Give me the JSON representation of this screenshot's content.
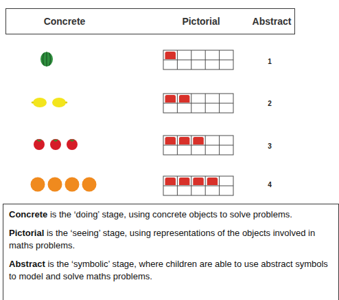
{
  "diagram": {
    "nodes": [
      {
        "text": [
          "Concrete",
          "Pictorial",
          "Abstract"
        ]
      },
      {
        "text": [
          "Concrete",
          "is the ‘doing’ stage, using concrete objects to solve problems.",
          "Pictorial",
          "is the ‘seeing’ stage, using representations of the objects involved in maths problems.",
          "Abstract",
          "is the ‘symbolic’ stage, where children are able to use abstract symbols to model and solve maths problems."
        ]
      }
    ],
    "labels": [
      "1",
      "2",
      "3",
      "4"
    ]
  }
}
